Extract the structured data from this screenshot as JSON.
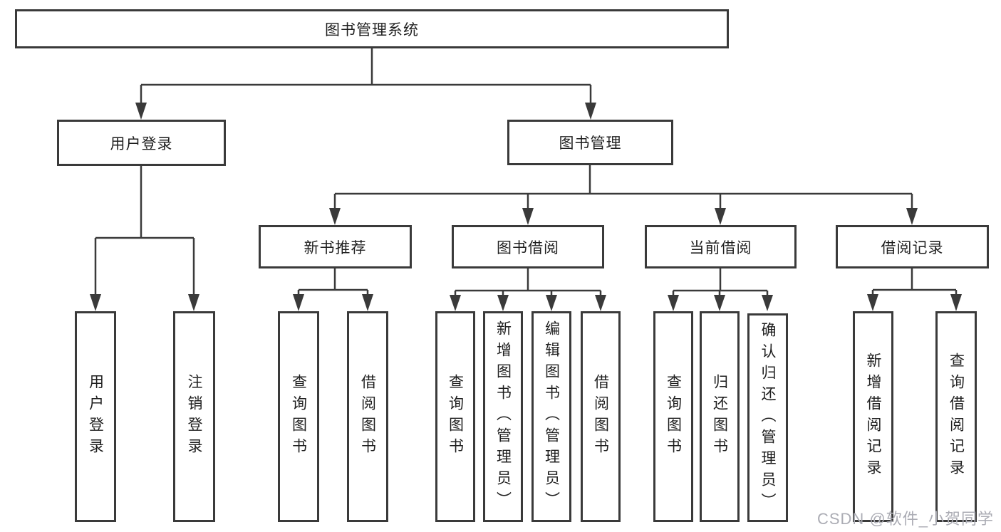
{
  "diagram": {
    "colors": {
      "line": "#3a3a3a",
      "text": "#1f1f1f",
      "watermark": "#abacb4",
      "background": "#ffffff"
    },
    "tree": {
      "label": "图书管理系统",
      "children": [
        {
          "label": "用户登录",
          "children": [
            {
              "label": "用户登录"
            },
            {
              "label": "注销登录"
            }
          ]
        },
        {
          "label": "图书管理",
          "children": [
            {
              "label": "新书推荐",
              "children": [
                {
                  "label": "查询图书"
                },
                {
                  "label": "借阅图书"
                }
              ]
            },
            {
              "label": "图书借阅",
              "children": [
                {
                  "label": "查询图书"
                },
                {
                  "label": "新增图书（管理员）"
                },
                {
                  "label": "编辑图书（管理员）"
                },
                {
                  "label": "借阅图书"
                }
              ]
            },
            {
              "label": "当前借阅",
              "children": [
                {
                  "label": "查询图书"
                },
                {
                  "label": "归还图书"
                },
                {
                  "label": "确认归还（管理员）"
                }
              ]
            },
            {
              "label": "借阅记录",
              "children": [
                {
                  "label": "新增借阅记录"
                },
                {
                  "label": "查询借阅记录"
                }
              ]
            }
          ]
        }
      ]
    },
    "watermark": {
      "text": "CSDN @软件_小贺同学"
    }
  }
}
